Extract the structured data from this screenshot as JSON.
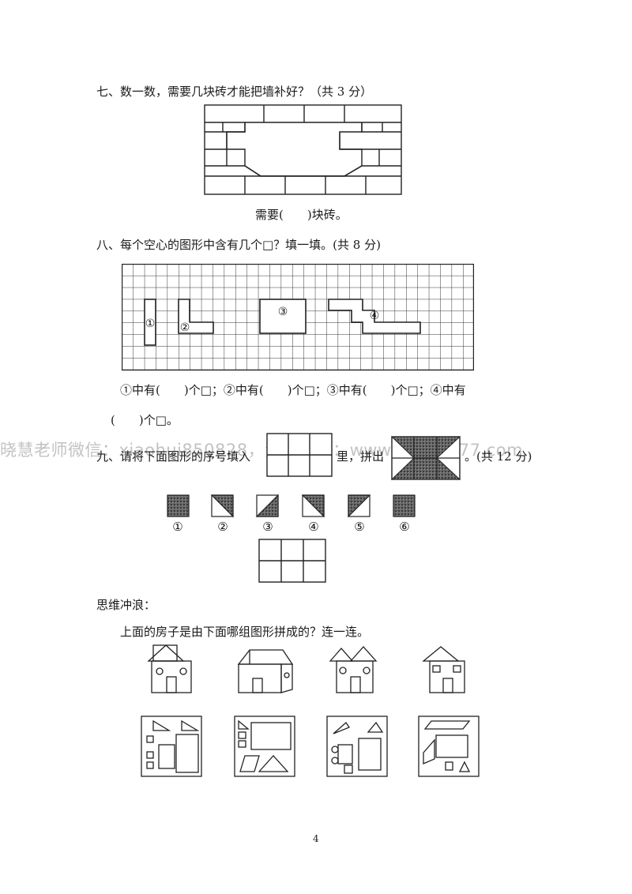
{
  "q7": {
    "title": "七、数一数，需要几块砖才能把墙补好？（共 3 分）",
    "answer": "需要(　　)块砖。"
  },
  "q8": {
    "title": "八、每个空心的图形中含有几个□？填一填。(共 8 分)",
    "shape_labels": [
      "①",
      "②",
      "③",
      "④"
    ],
    "answer_line1": "①中有(　　)个□；②中有(　　)个□；③中有(　　)个□；④中有",
    "answer_line2": "(　　)个□。"
  },
  "q9": {
    "title_part1": "九、请将下面图形的序号填入",
    "title_part2": "里，拼出",
    "title_part3": "。(共 12 分)",
    "piece_labels": [
      "①",
      "②",
      "③",
      "④",
      "⑤",
      "⑥"
    ]
  },
  "thinking": {
    "heading": "思维冲浪：",
    "prompt": "上面的房子是由下面哪组图形拼成的？连一连。"
  },
  "watermark": "晓慧老师微信：xiaohui850828，资料下载：www.xiaohui77.com",
  "page_number": "4"
}
